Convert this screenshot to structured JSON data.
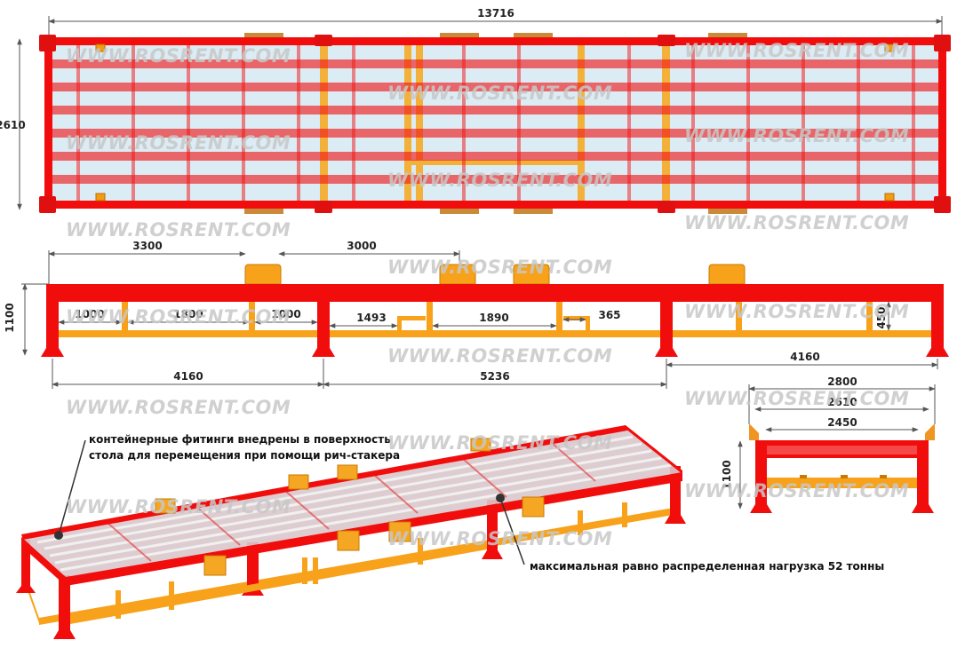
{
  "watermark": "WWW.ROSRENT.COM",
  "colors": {
    "frame_red": "#f20d0d",
    "support_orange": "#f7a21a",
    "bracket_orange": "#ef9524",
    "deck_glass": "#dcecf4"
  },
  "top_view": {
    "length": "13716",
    "width": "2610"
  },
  "side_view": {
    "dims_top": [
      "3300",
      "3000"
    ],
    "height": "1100",
    "inner": [
      "1000",
      "1800",
      "1000",
      "1493",
      "1890",
      "365",
      "450"
    ],
    "bottom": [
      "4160",
      "5236",
      "4160"
    ]
  },
  "end_view": {
    "w1": "2800",
    "w2": "2610",
    "w3": "2450",
    "height": "1100"
  },
  "annotations": {
    "fittings_line1": "контейнерные фитинги внедрены в поверхность",
    "fittings_line2": "стола для перемещения при помощи рич-стакера",
    "max_load": "максимальная равно распределенная нагрузка 52 тонны"
  }
}
